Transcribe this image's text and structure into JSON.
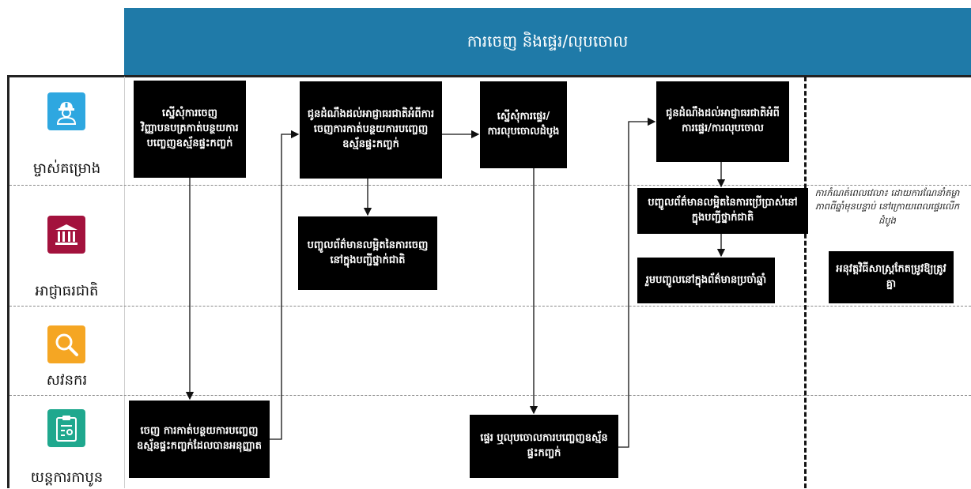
{
  "header": {
    "title": "ការចេញ និងផ្ទេរ/លុបចោល"
  },
  "lanes": [
    {
      "label": "ម្ចាស់គម្រោង",
      "icon": "worker-icon",
      "color": "#2ea7e0"
    },
    {
      "label": "អាជ្ញាធរជាតិ",
      "icon": "bank-icon",
      "color": "#a3123d"
    },
    {
      "label": "សវនករ",
      "icon": "magnifier-icon",
      "color": "#f5a623"
    },
    {
      "label": "យន្តការកាបូន",
      "icon": "clipboard-icon",
      "color": "#1fa88e"
    }
  ],
  "boxes": {
    "request_issuance": "ស្នើសុំការចេញវិញ្ញាបនបត្រកាត់បន្ថយការបញ្ចេញឧស្ម័នផ្ទះកញ្ចក់",
    "notify_issuance": "ជូនដំណឹងដល់អាជ្ញាធរជាតិអំពីការចេញការកាត់បន្ថយការបញ្ចេញឧស្ម័នផ្ទះកញ្ចក់",
    "record_issuance": "បញ្ចូលព័ត៌មានលម្អិតនៃការចេញនៅក្នុងបញ្ជីថ្នាក់ជាតិ",
    "request_transfer": "ស្នើសុំការផ្ទេរ/ការលុបចោលដំបូង",
    "notify_transfer": "ជូនដំណឹងដល់អាជ្ញាធរជាតិអំពីការផ្ទេរ/ការលុបចោល",
    "record_use": "បញ្ចូលព័ត៌មានលម្អិតនៃការប្រើប្រាស់នៅក្នុងបញ្ជីថ្នាក់ជាតិ",
    "include_annual": "រួមបញ្ចូលនៅក្នុងព័ត៌មានប្រចាំឆ្នាំ",
    "apply_adjustment": "អនុវត្តវិធីសាស្ត្រកែតម្រូវឱ្យត្រូវគ្នា",
    "issue_reductions": "ចេញ ការកាត់បន្ថយការបញ្ចេញឧស្ម័នផ្ទះកញ្ចក់ដែលបានអនុញ្ញាត",
    "transfer_cancel": "ផ្ទេរ ឬលុបចោលការបញ្ចេញឧស្ម័នផ្ទះកញ្ចក់"
  },
  "note": "ការកំណត់ពេលវេលា៖ ដោយការណែនាំតម្លាភាពពីឆ្នាំមុនបន្ទាប់ នៅក្រោយពេលផ្ទេរលើកដំបូង"
}
